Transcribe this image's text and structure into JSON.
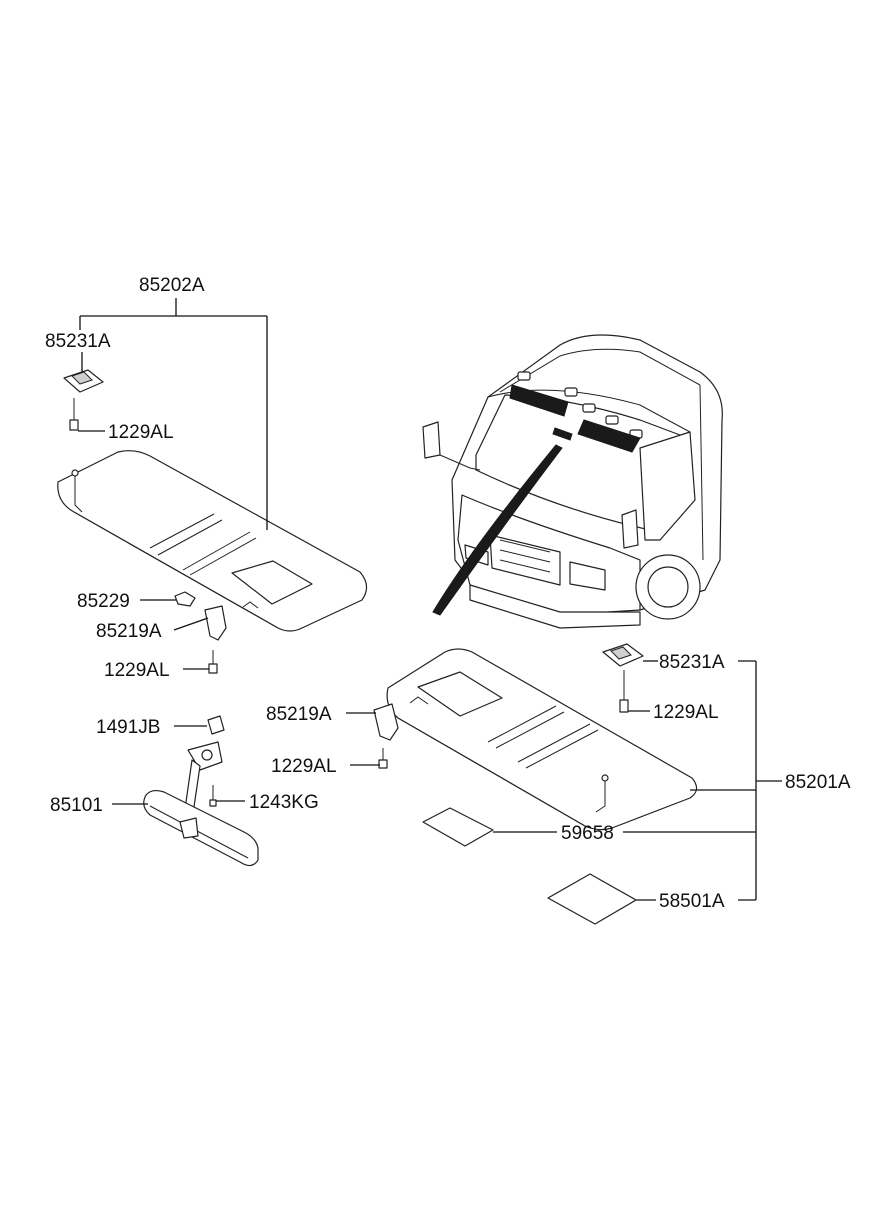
{
  "labels": {
    "p85202A": "85202A",
    "p85231A_left": "85231A",
    "p1229AL_left_top": "1229AL",
    "p85229": "85229",
    "p85219A_left": "85219A",
    "p1229AL_left_bottom": "1229AL",
    "p1491JB": "1491JB",
    "p85101": "85101",
    "p1243KG": "1243KG",
    "p85219A_right": "85219A",
    "p1229AL_right_bottom": "1229AL",
    "p85231A_right": "85231A",
    "p1229AL_right_top": "1229AL",
    "p85201A": "85201A",
    "p59658": "59658",
    "p58501A": "58501A"
  },
  "colors": {
    "line": "#111111",
    "fill": "#ffffff",
    "shade": "#cfcfcf",
    "dark": "#1a1a1a"
  }
}
